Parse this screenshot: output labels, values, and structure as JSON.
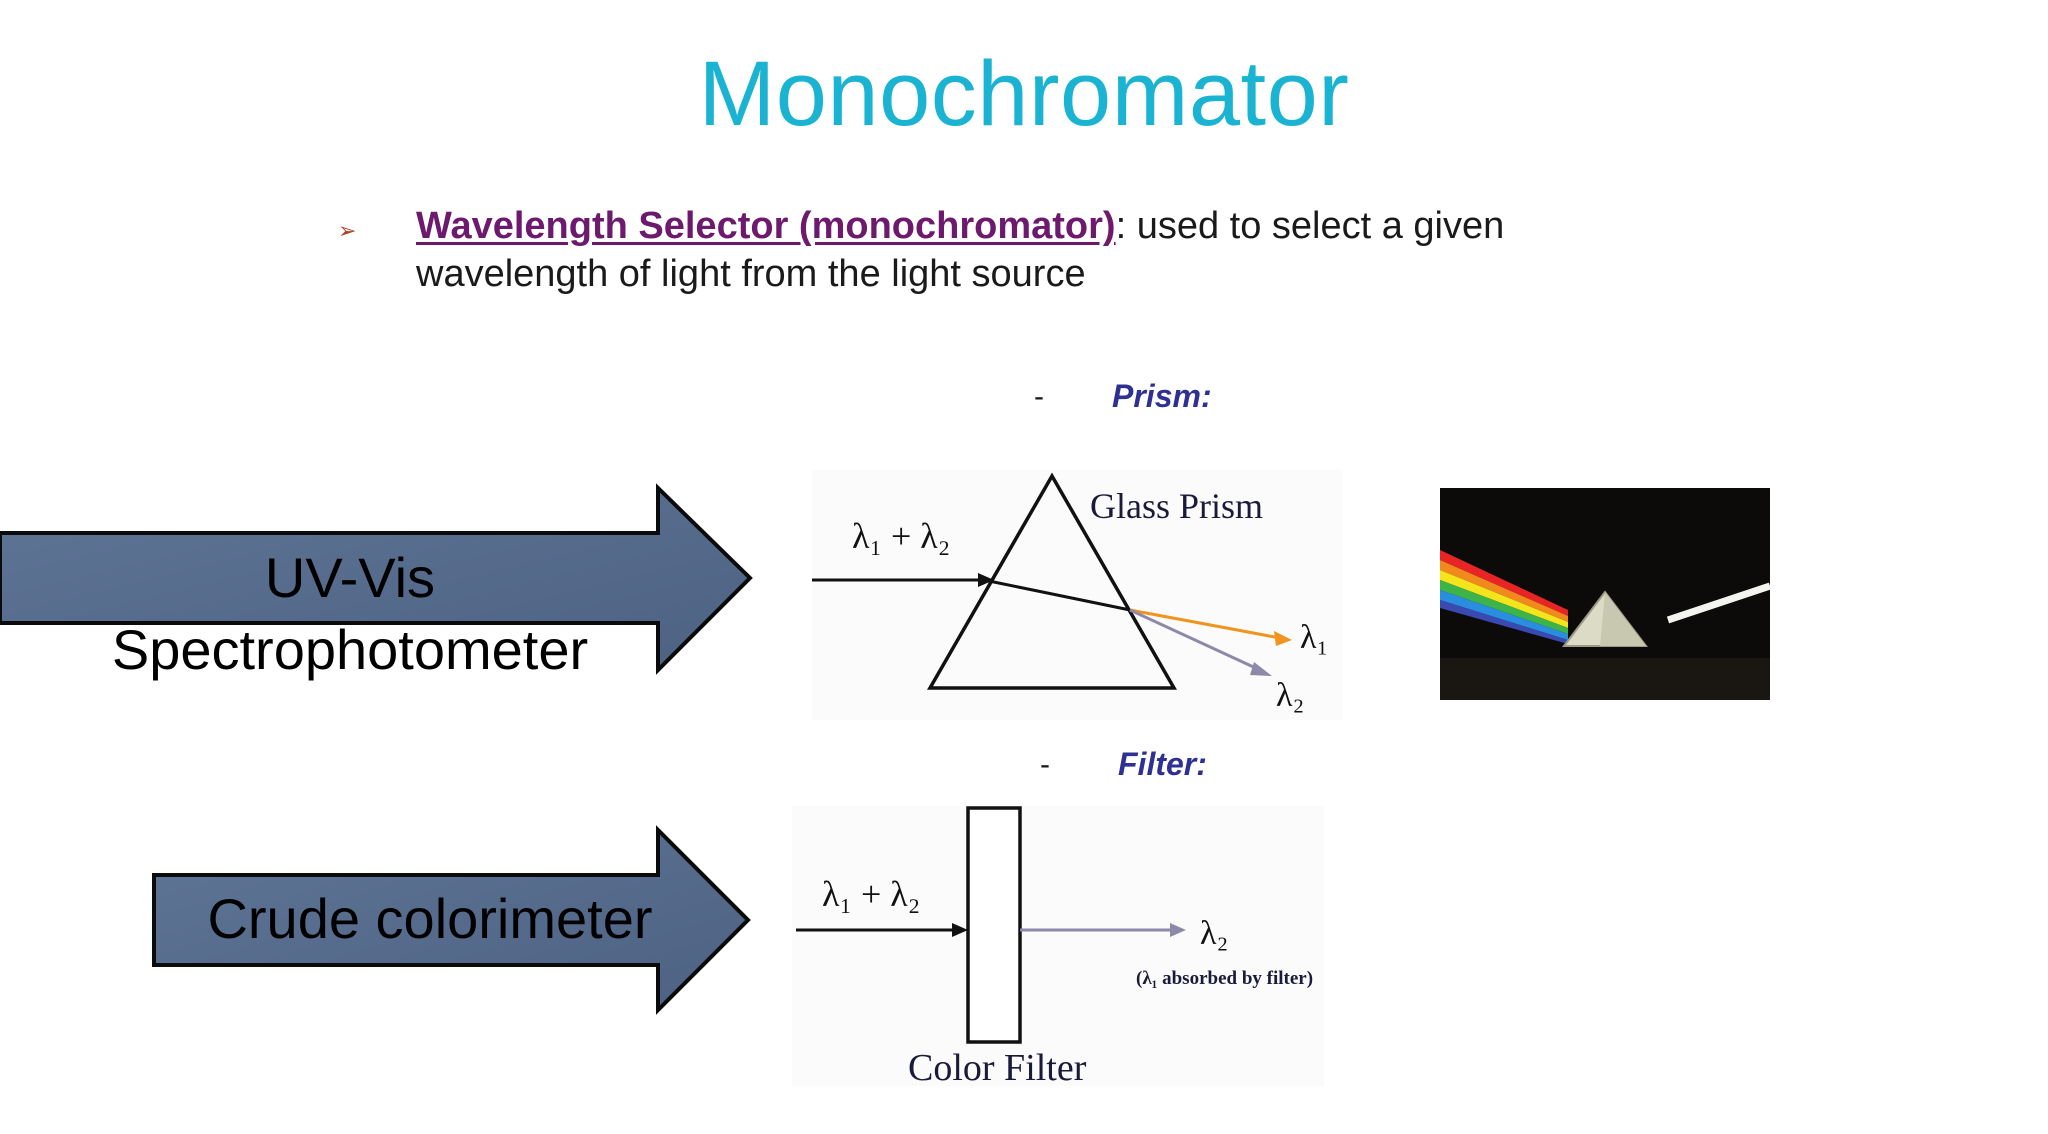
{
  "slide": {
    "title": "Monochromator",
    "bullet": {
      "term": "Wavelength Selector (monochromator)",
      "text_after_term": ": used to select a given",
      "text_line2": "wavelength of light from the light source"
    },
    "prism_section": {
      "dash": "-",
      "label": "Prism:"
    },
    "filter_section": {
      "dash": "-",
      "label": "Filter:"
    },
    "arrow_uvvis": {
      "line1": "UV-Vis",
      "line2": "Spectrophotometer"
    },
    "arrow_colorimeter": {
      "label": "Crude colorimeter"
    },
    "prism_diagram": {
      "incoming_label": "λ₁ + λ₂",
      "prism_label": "Glass Prism",
      "out1_label": "λ₁",
      "out2_label": "λ₂"
    },
    "filter_diagram": {
      "incoming_label": "λ₁ + λ₂",
      "out_label": "λ₂",
      "note": "(λ₁ absorbed by filter)",
      "filter_label": "Color Filter"
    }
  },
  "colors": {
    "title": "#1ab4d2",
    "term": "#6d1a6e",
    "sublabel": "#2e3192",
    "arrow_fill": "#556b8c",
    "ray_orange": "#f0941e",
    "ray_gray": "#8c8aa8"
  },
  "icons": {
    "bullet": "arrowhead-bullet-icon",
    "prism_photo": "prism-rainbow-photo"
  }
}
